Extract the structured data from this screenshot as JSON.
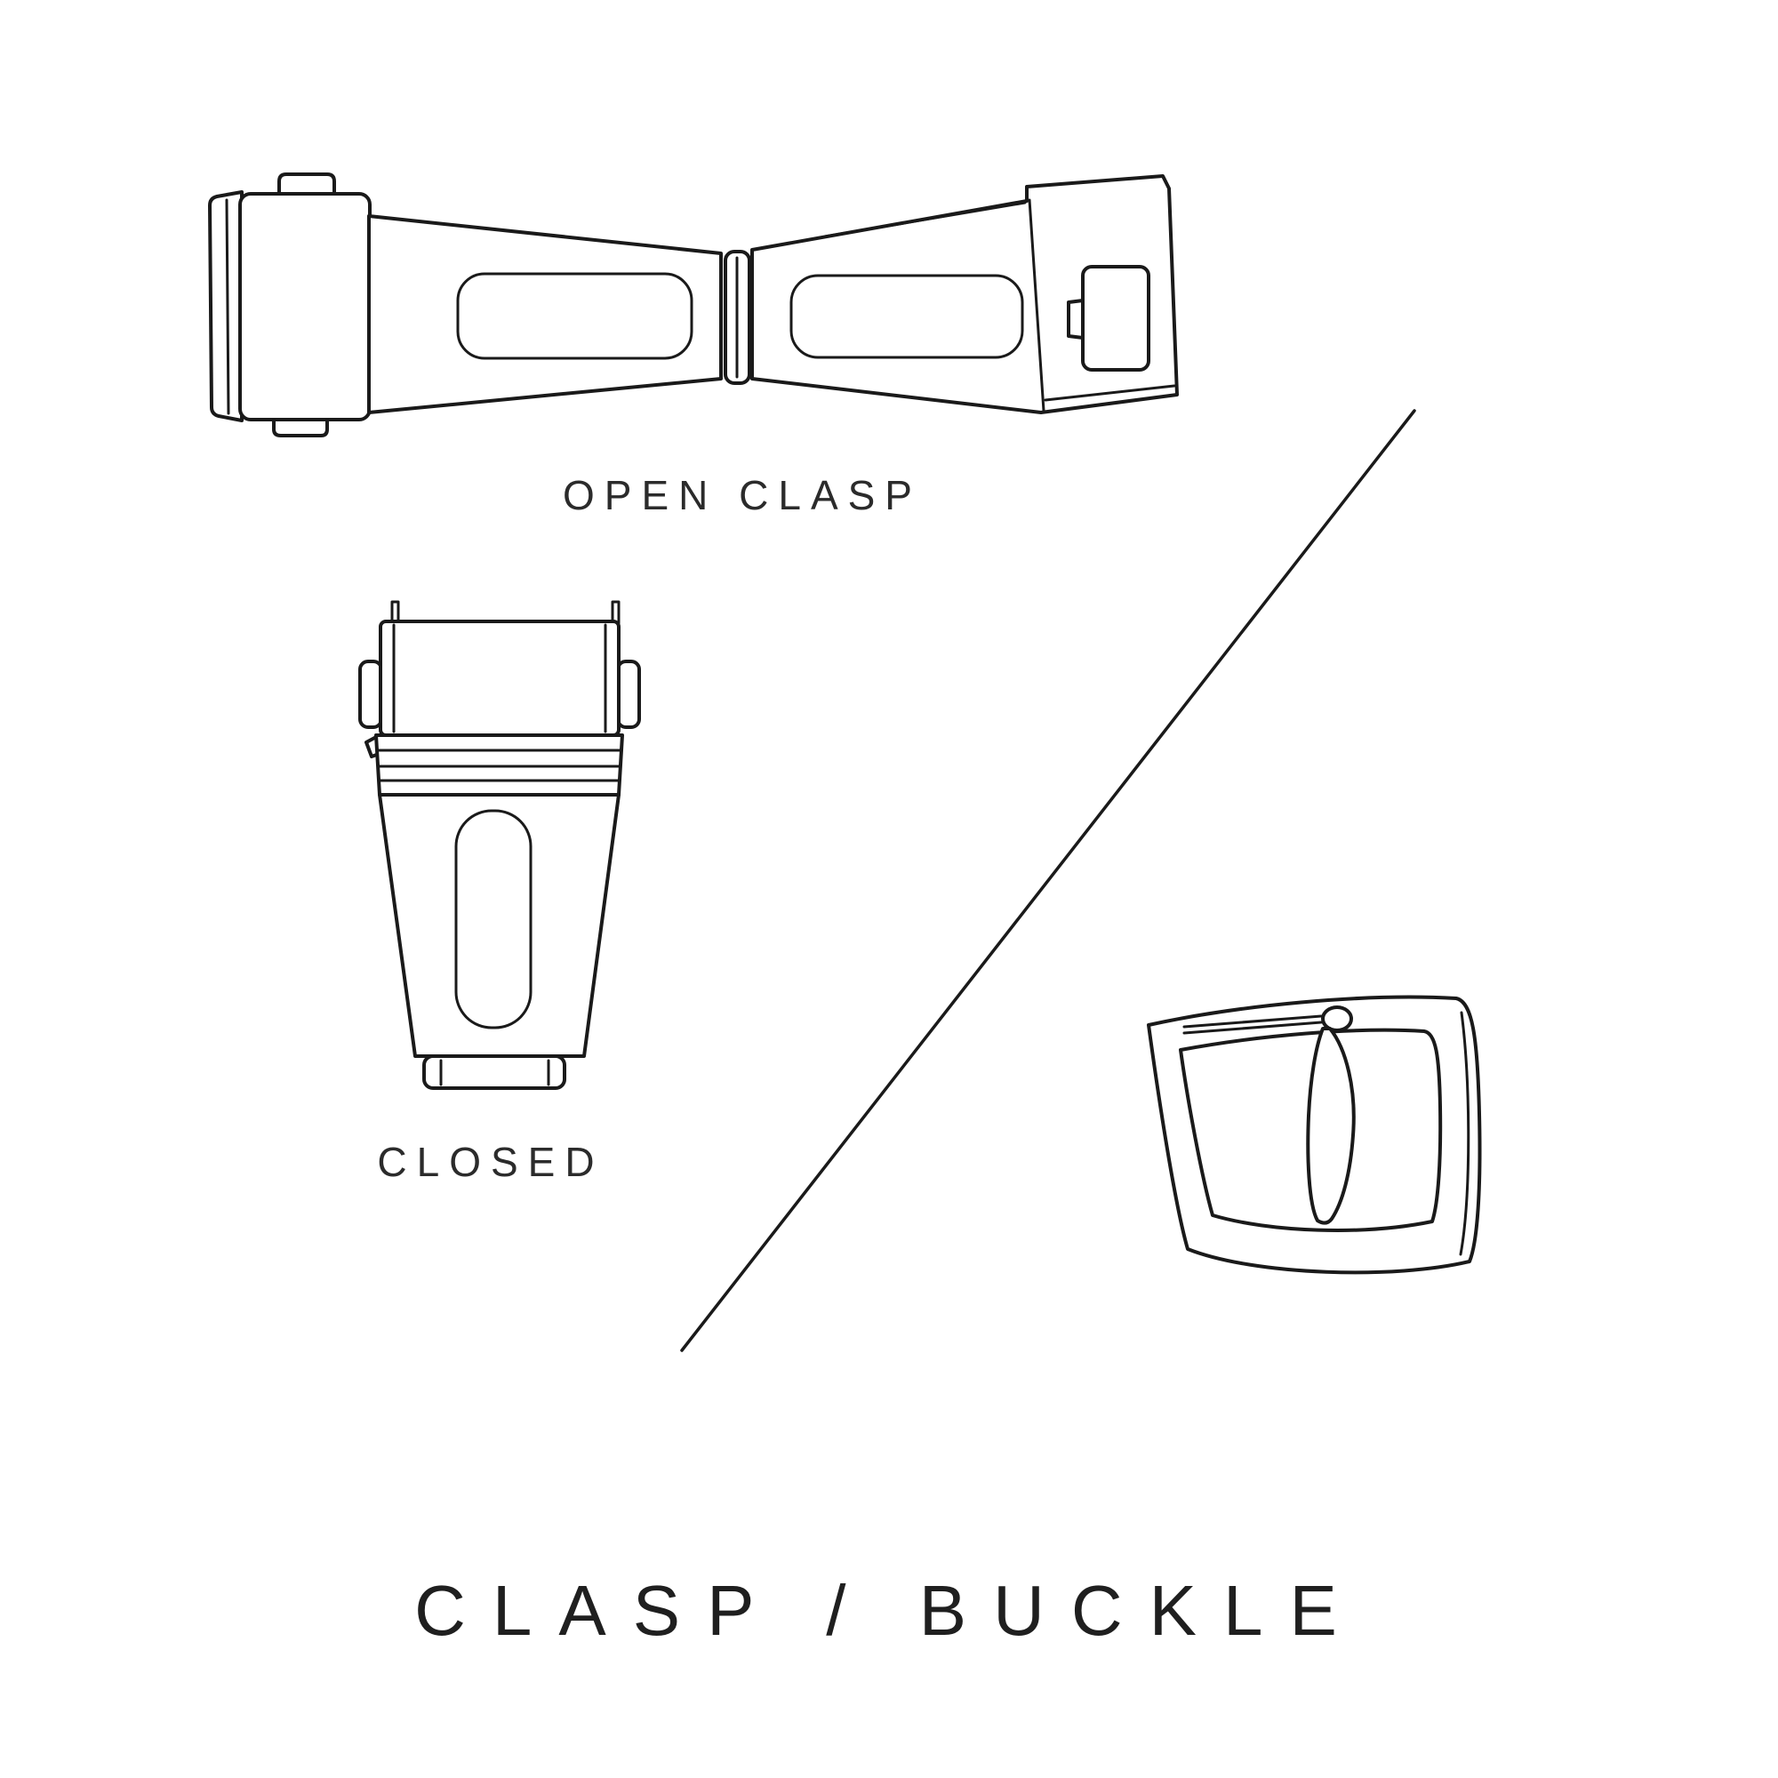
{
  "canvas": {
    "background_color": "#ffffff",
    "line_color": "#1a1a1a",
    "text_color": "#2b2b2b"
  },
  "figures": {
    "open_clasp": {
      "label": "OPEN CLASP",
      "icon": "open-clasp-illustration"
    },
    "closed_clasp": {
      "label": "CLOSED",
      "icon": "closed-clasp-illustration"
    },
    "buckle": {
      "icon": "buckle-illustration"
    }
  },
  "divider": {
    "icon": "divider-line"
  },
  "title": {
    "text": "CLASP / BUCKLE"
  }
}
